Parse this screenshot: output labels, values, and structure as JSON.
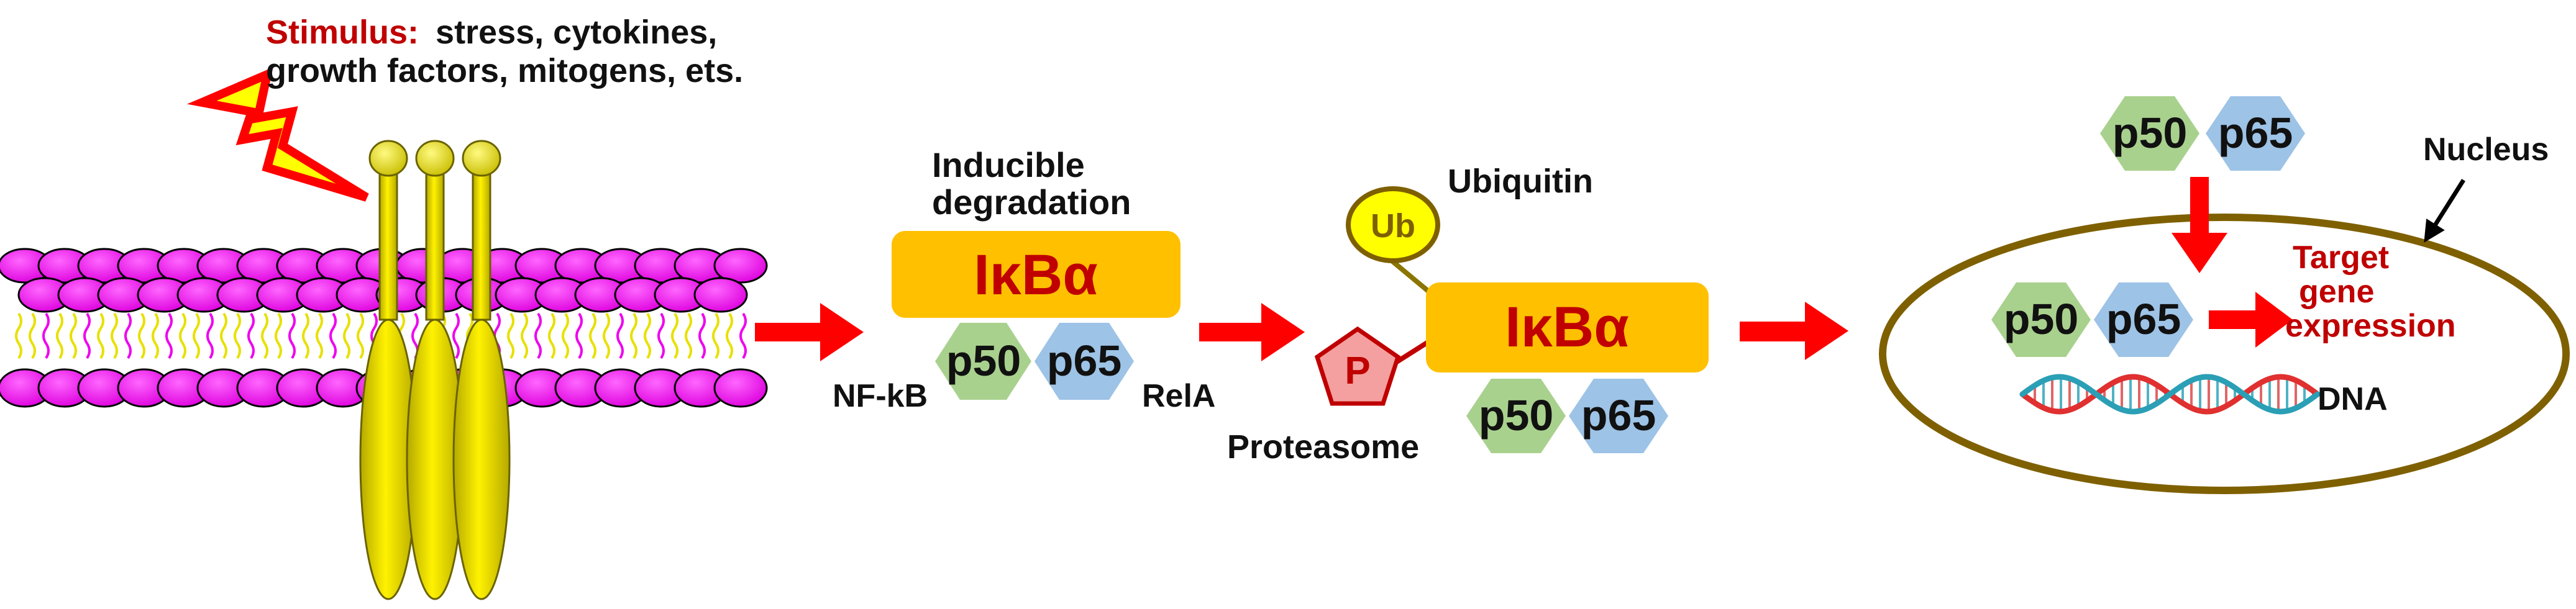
{
  "stimulus": {
    "prefix": "Stimulus:",
    "line1": "stress, cytokines,",
    "line2": "growth factors, mitogens, ets."
  },
  "stage1": {
    "title_line1": "Inducible",
    "title_line2": "degradation",
    "inhibitor": "IκBα",
    "subunit_a": "p50",
    "subunit_b": "p65",
    "label_left": "NF-kB",
    "label_right": "RelA"
  },
  "stage2": {
    "ub_label": "Ubiquitin",
    "ub_tag": "Ub",
    "p_tag": "P",
    "proteasome_label": "Proteasome",
    "inhibitor": "IκBα",
    "subunit_a": "p50",
    "subunit_b": "p65"
  },
  "stage3": {
    "top_subunit_a": "p50",
    "top_subunit_b": "p65",
    "nucleus_label": "Nucleus",
    "in_subunit_a": "p50",
    "in_subunit_b": "p65",
    "target_line1": "Target",
    "target_line2": "gene",
    "target_line3": "expression",
    "dna_label": "DNA"
  },
  "colors": {
    "membrane_lipid": "#ee00ee",
    "receptor": "#e8e000",
    "inhibitor_box": "#ffc000",
    "inhibitor_text": "#c00000",
    "p50": "#a9d18e",
    "p65": "#9dc3e6",
    "arrow": "#ff0000",
    "nucleus_border": "#7f6000",
    "phosphate": "#f4a0a0"
  }
}
